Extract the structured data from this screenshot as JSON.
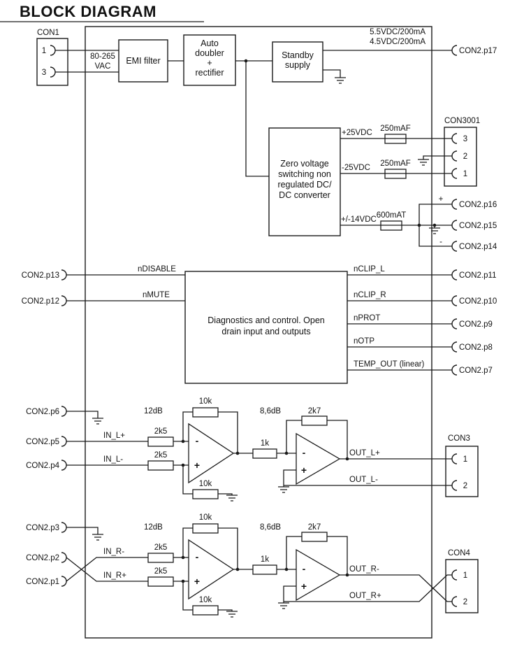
{
  "title": "BLOCK DIAGRAM",
  "colors": {
    "ink": "#1a1a1a",
    "background": "#ffffff"
  },
  "psu": {
    "con1": {
      "label": "CON1",
      "pin_top": "1",
      "pin_bottom": "3"
    },
    "mains": {
      "line1": "80-265",
      "line2": "VAC"
    },
    "emi_label": "EMI filter",
    "doubler": {
      "l1": "Auto",
      "l2": "doubler",
      "l3": "+",
      "l4": "rectifier"
    },
    "standby": {
      "l1": "Standby",
      "l2": "supply"
    },
    "rail_55": "5.5VDC/200mA",
    "rail_45": "4.5VDC/200mA",
    "pin_p17": "CON2.p17",
    "zvs": {
      "l1": "Zero voltage",
      "l2": "switching non",
      "l3": "regulated DC/",
      "l4": "DC converter"
    },
    "rail_p25": "+25VDC",
    "rail_n25": "-25VDC",
    "fuse_p25": "250mAF",
    "fuse_n25": "250mAF",
    "con3001": {
      "label": "CON3001",
      "pin_top": "3",
      "pin_mid": "2",
      "pin_bottom": "1"
    },
    "rail_pm14": "+/-14VDC",
    "fuse_pm14": "600mAT",
    "polarity_plus": "+",
    "polarity_minus": "-",
    "pin_p16": "CON2.p16",
    "pin_p15": "CON2.p15",
    "pin_p14": "CON2.p14"
  },
  "diagnostics": {
    "box_line1": "Diagnostics and control. Open",
    "box_line2": "drain input and outputs",
    "in_disable": {
      "signal": "nDISABLE",
      "pin": "CON2.p13"
    },
    "in_mute": {
      "signal": "nMUTE",
      "pin": "CON2.p12"
    },
    "out_clip_l": {
      "signal": "nCLIP_L",
      "pin": "CON2.p11"
    },
    "out_clip_r": {
      "signal": "nCLIP_R",
      "pin": "CON2.p10"
    },
    "out_prot": {
      "signal": "nPROT",
      "pin": "CON2.p9"
    },
    "out_otp": {
      "signal": "nOTP",
      "pin": "CON2.p8"
    },
    "out_temp": {
      "signal": "TEMP_OUT (linear)",
      "pin": "CON2.p7"
    }
  },
  "left_channel": {
    "pin_gnd": "CON2.p6",
    "gain_input": "12dB",
    "gain_output": "8,6dB",
    "r_feedback_top": "10k",
    "r_feedback_bottom": "10k",
    "r_in_top": "2k5",
    "r_in_bottom": "2k5",
    "r_series": "1k",
    "r_feedback2": "2k7",
    "in_plus": {
      "signal": "IN_L+",
      "pin": "CON2.p5"
    },
    "in_minus": {
      "signal": "IN_L-",
      "pin": "CON2.p4"
    },
    "out_plus": "OUT_L+",
    "out_minus": "OUT_L-",
    "con": {
      "label": "CON3",
      "pin_top": "1",
      "pin_bottom": "2"
    },
    "opamp_minus": "-",
    "opamp_plus": "+"
  },
  "right_channel": {
    "pin_gnd": "CON2.p3",
    "gain_input": "12dB",
    "gain_output": "8,6dB",
    "r_feedback_top": "10k",
    "r_feedback_bottom": "10k",
    "r_in_top": "2k5",
    "r_in_bottom": "2k5",
    "r_series": "1k",
    "r_feedback2": "2k7",
    "in_minus": {
      "signal": "IN_R-",
      "pin": "CON2.p2"
    },
    "in_plus": {
      "signal": "IN_R+",
      "pin": "CON2.p1"
    },
    "out_minus": "OUT_R-",
    "out_plus": "OUT_R+",
    "con": {
      "label": "CON4",
      "pin_top": "1",
      "pin_bottom": "2"
    },
    "opamp_minus": "-",
    "opamp_plus": "+"
  }
}
